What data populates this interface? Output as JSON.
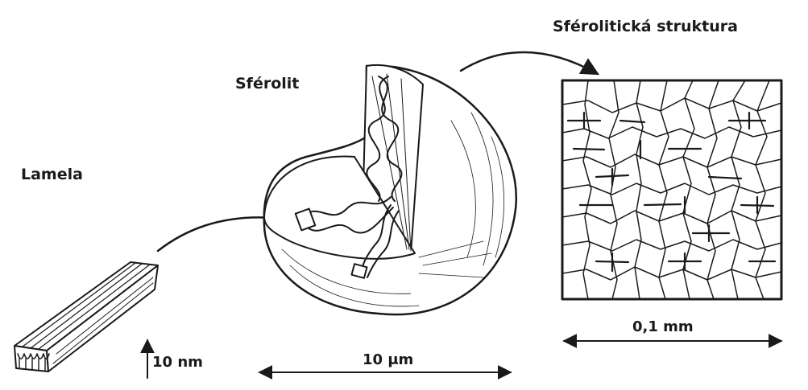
{
  "labels": {
    "lamela": "Lamela",
    "sferolit": "Sférolit",
    "struktura": "Sférolitická struktura",
    "scale_lamela": "10 nm",
    "scale_sferolit": "10 μm",
    "scale_struktura": "0,1 mm"
  }
}
